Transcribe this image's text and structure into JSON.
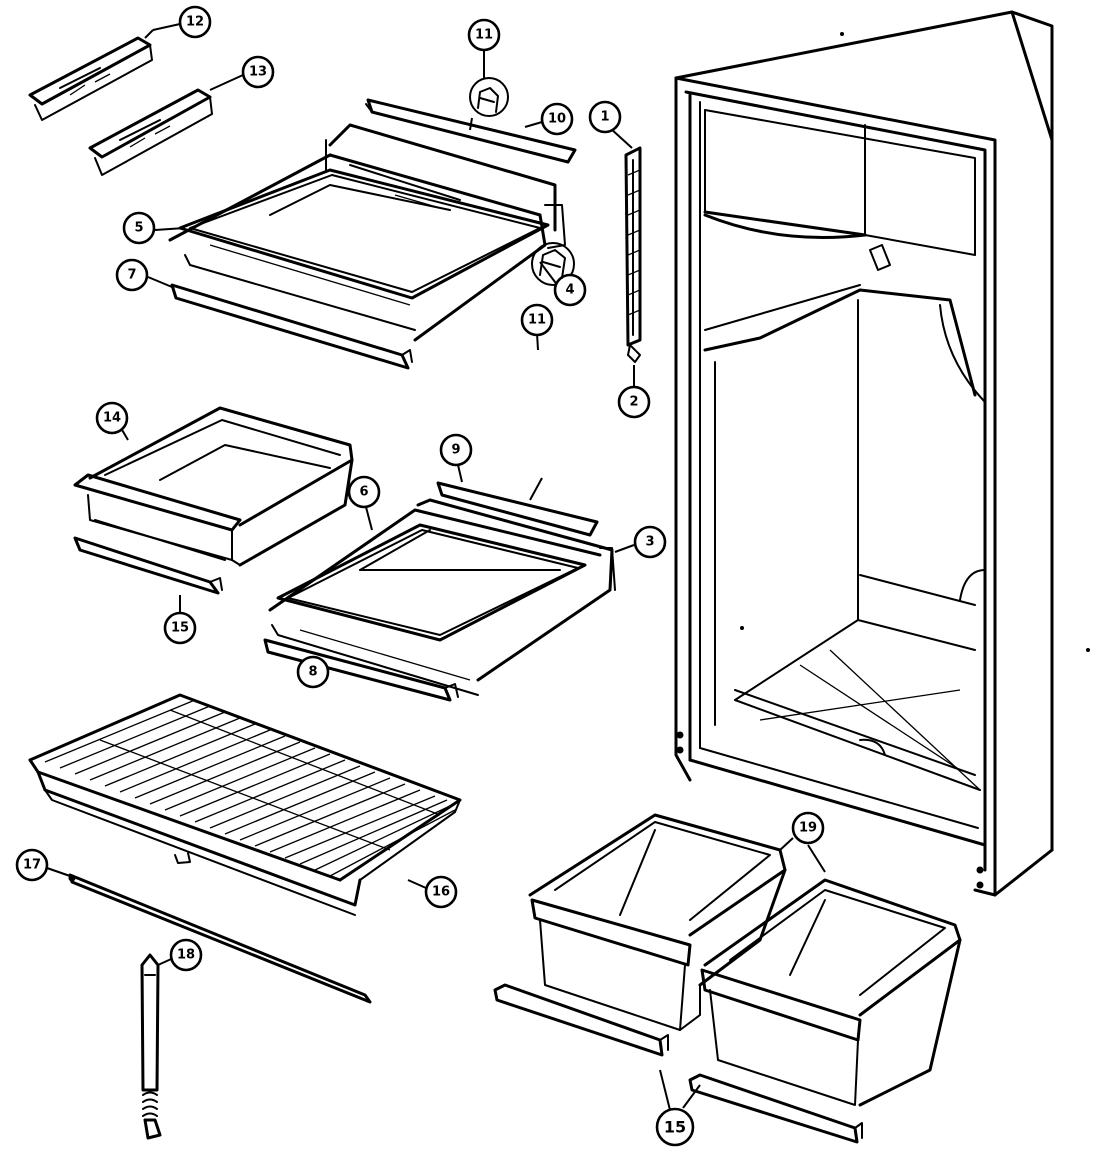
{
  "callouts": {
    "c1": "1",
    "c2": "2",
    "c3": "3",
    "c4": "4",
    "c5": "5",
    "c6": "6",
    "c7": "7",
    "c8": "8",
    "c9": "9",
    "c10": "10",
    "c11a": "11",
    "c11b": "11",
    "c12": "12",
    "c13": "13",
    "c14": "14",
    "c15a": "15",
    "c15b": "15",
    "c16": "16",
    "c17": "17",
    "c18": "18",
    "c19": "19"
  }
}
